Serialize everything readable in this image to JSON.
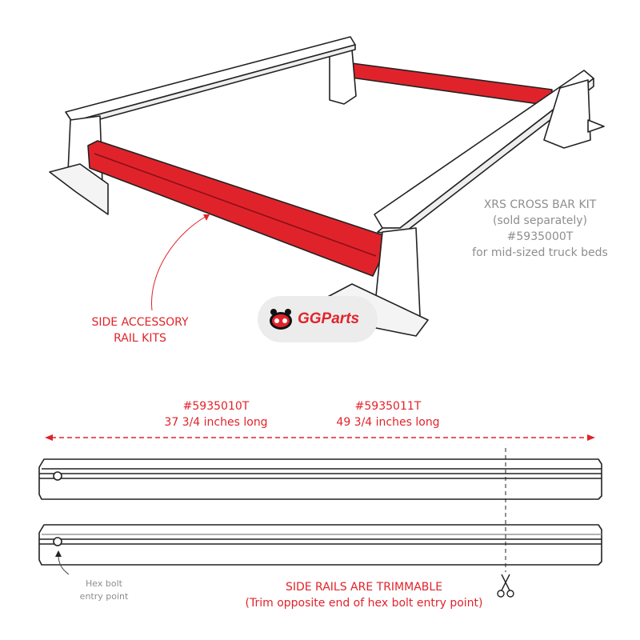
{
  "crossbar_kit": {
    "line1": "XRS CROSS BAR KIT",
    "line2": "(sold separately)",
    "line3": "#5935000T",
    "line4": "for mid-sized truck beds"
  },
  "side_rails_label": {
    "line1": "SIDE ACCESSORY",
    "line2": "RAIL KITS"
  },
  "logo": {
    "text": "GGParts"
  },
  "products": [
    {
      "part": "#5935010T",
      "length": "37 3/4 inches long"
    },
    {
      "part": "#5935011T",
      "length": "49 3/4 inches long"
    }
  ],
  "hex_bolt": {
    "line1": "Hex bolt",
    "line2": "entry point"
  },
  "trim_note": {
    "line1": "SIDE RAILS ARE TRIMMABLE",
    "line2": "(Trim opposite end of hex bolt entry point)"
  },
  "colors": {
    "accent": "#e0232b",
    "muted": "#8e8e8e"
  }
}
